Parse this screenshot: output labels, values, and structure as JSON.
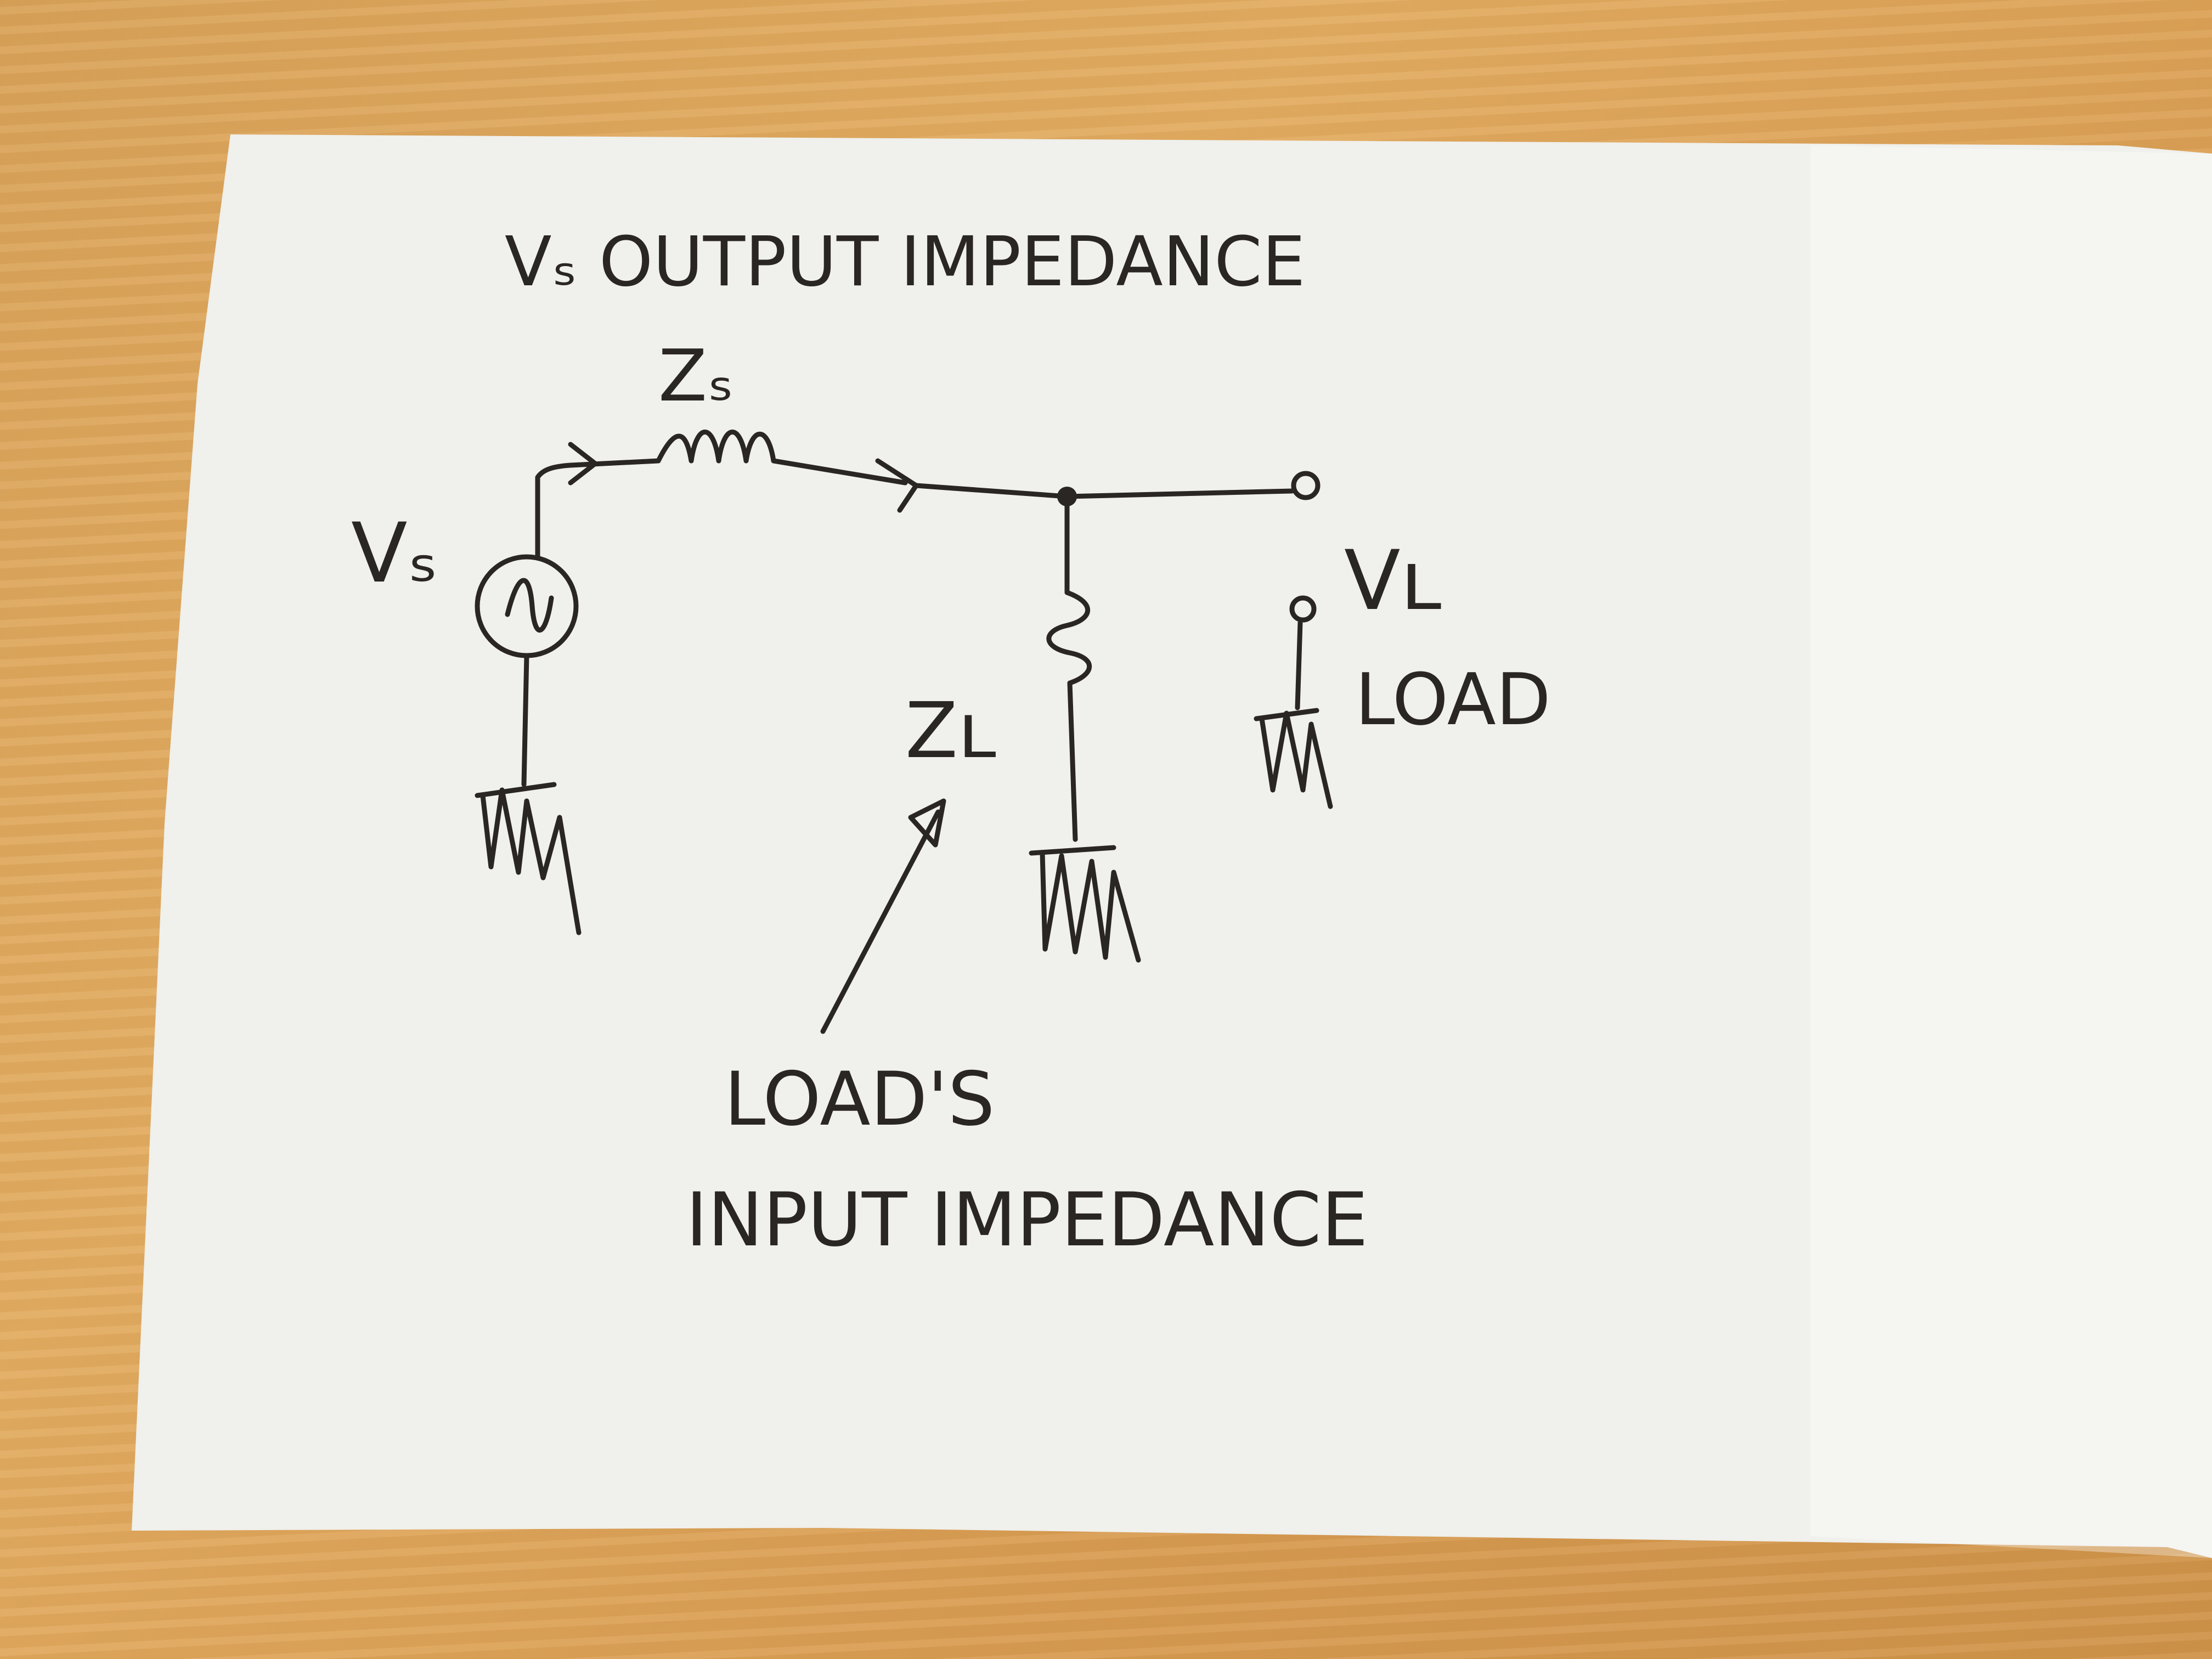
{
  "labels": {
    "title": "Vₛ OUTPUT IMPEDANCE",
    "source_impedance": "Zₛ",
    "source_voltage": "Vₛ",
    "load_voltage": "Vʟ",
    "load": "LOAD",
    "load_impedance": "Zʟ",
    "annotation_line1": "LOAD'S",
    "annotation_line2": "INPUT IMPEDANCE"
  },
  "icons": {
    "source": "ac-source-icon",
    "resistor": "resistor-icon",
    "ground": "ground-icon",
    "terminal": "terminal-icon",
    "arrow": "arrow-icon"
  },
  "colors": {
    "ink": "#2a2624",
    "paper": "#f1f1ee",
    "table": "#dba55c"
  }
}
